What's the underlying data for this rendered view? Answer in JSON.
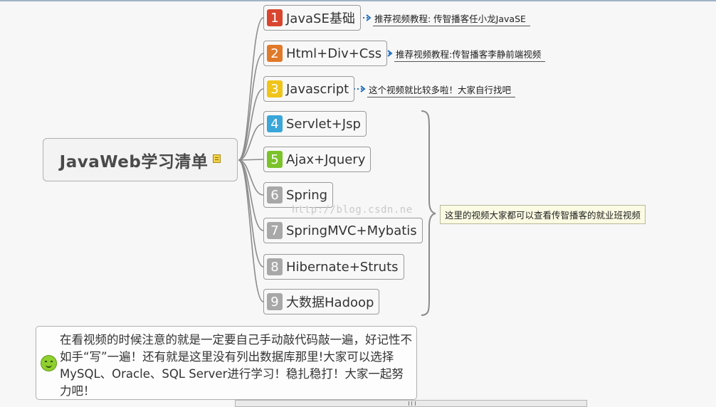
{
  "root": {
    "title": "JavaWeb学习清单",
    "note_icon": "note-icon"
  },
  "topics": [
    {
      "num": "1",
      "label": "JavaSE基础",
      "color": "#d9452f",
      "tip": "推荐视频教程: 传智播客任小龙JavaSE"
    },
    {
      "num": "2",
      "label": "Html+Div+Css",
      "color": "#e0792a",
      "tip": "推荐视频教程:传智播客李静前端视频"
    },
    {
      "num": "3",
      "label": "Javascript",
      "color": "#f0c419",
      "tip": "这个视频就比较多啦！大家自行找吧"
    },
    {
      "num": "4",
      "label": "Servlet+Jsp",
      "color": "#3aa6d9"
    },
    {
      "num": "5",
      "label": "Ajax+Jquery",
      "color": "#7cc22a"
    },
    {
      "num": "6",
      "label": "Spring",
      "color": "#a8a8a8"
    },
    {
      "num": "7",
      "label": "SpringMVC+Mybatis",
      "color": "#a8a8a8"
    },
    {
      "num": "8",
      "label": "Hibernate+Struts",
      "color": "#a8a8a8"
    },
    {
      "num": "9",
      "label": "大数据Hadoop",
      "color": "#a8a8a8"
    }
  ],
  "group_callout": "这里的视频大家都可以查看传智播客的就业班视频",
  "watermark": "http://blog.csdn.ne",
  "footnote": {
    "icon": "smiley-icon",
    "text": "在看视频的时候注意的就是一定要自己手动敲代码敲一遍，好记性不如手“写”一遍！还有就是这里没有列出数据库那里!大家可以选择MySQL、Oracle、SQL Server进行学习！稳扎稳打！大家一起努力吧！"
  }
}
